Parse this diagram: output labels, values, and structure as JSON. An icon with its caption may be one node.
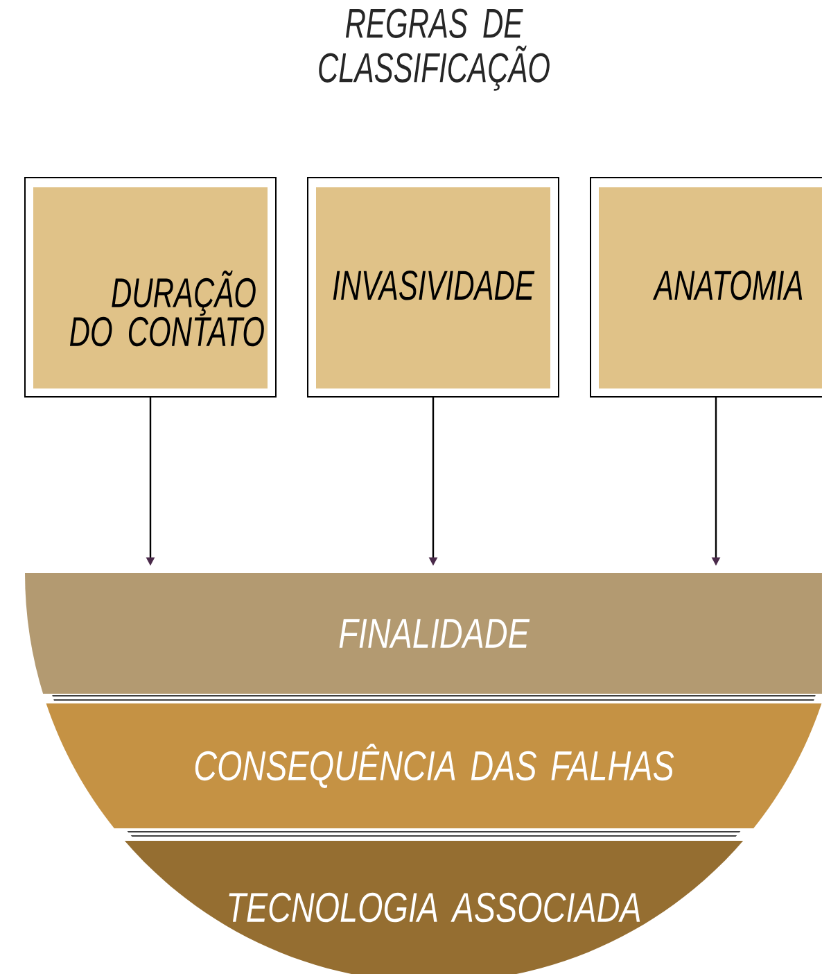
{
  "diagram": {
    "title": "REGRAS DE CLASSIFICAÇÃO",
    "nodes": [
      {
        "text": [
          "DURAÇÃO DO CONTATO"
        ]
      },
      {
        "text": [
          "INVASIVIDADE"
        ]
      },
      {
        "text": [
          "ANATOMIA"
        ]
      },
      {
        "text": [
          "FINALIDADE"
        ]
      },
      {
        "text": [
          "CONSEQUÊNCIA DAS FALHAS"
        ]
      },
      {
        "text": [
          "TECNOLOGIA ASSOCIADA"
        ]
      }
    ],
    "edges": [
      {
        "from": 0,
        "to": 3,
        "arrow": "to"
      },
      {
        "from": 1,
        "to": 3,
        "arrow": "to"
      },
      {
        "from": 2,
        "to": 3,
        "arrow": "to"
      }
    ]
  }
}
